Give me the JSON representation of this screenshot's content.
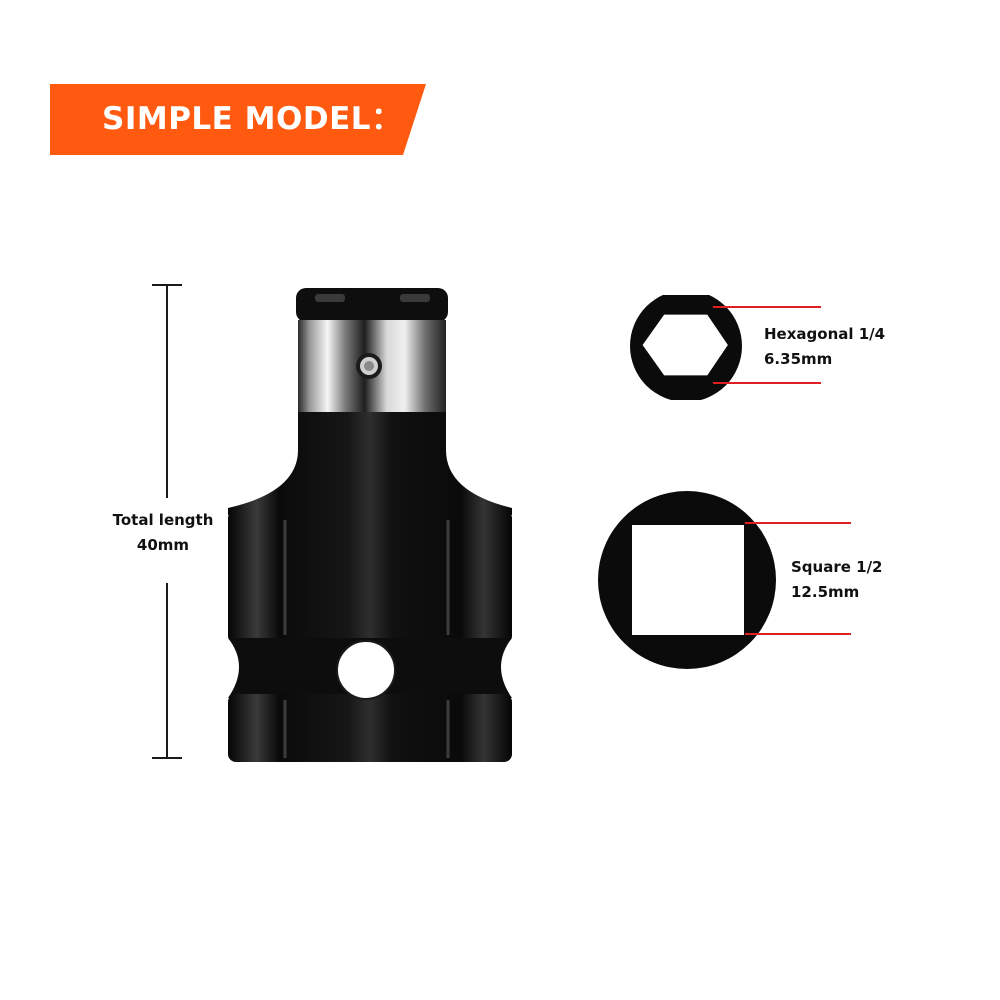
{
  "banner": {
    "title": "SIMPLE MODEL：",
    "color": "#ff5a10"
  },
  "total_length": {
    "line1": "Total length",
    "line2": "40mm"
  },
  "hexagonal": {
    "line1": "Hexagonal 1/4",
    "line2": "6.35mm"
  },
  "square": {
    "line1": "Square 1/2",
    "line2": "12.5mm"
  },
  "colors": {
    "accent": "#ff5a10",
    "dimension_line": "#e02020",
    "product_body": "#0b0b0b"
  },
  "icons": {
    "product": "socket-adapter-image",
    "hex_end": "hexagon-socket-end-icon",
    "square_end": "square-drive-end-icon"
  }
}
